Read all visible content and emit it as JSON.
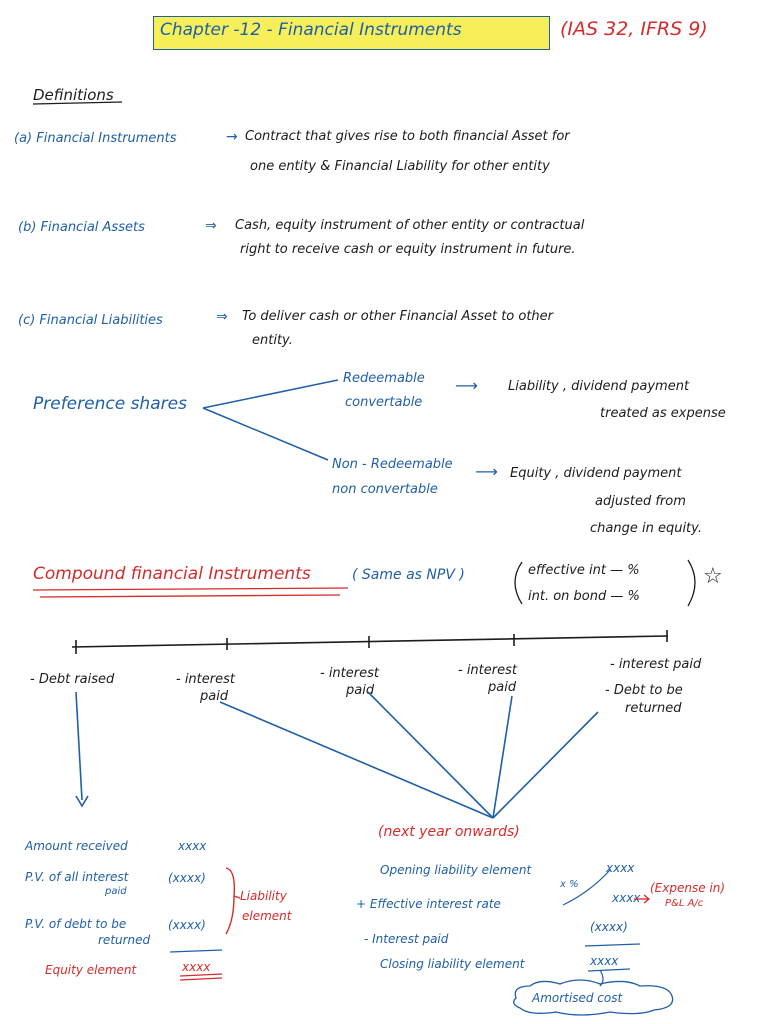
{
  "title": {
    "chapter": "Chapter -12 - Financial Instruments",
    "standards": "(IAS 32, IFRS 9)"
  },
  "definitions": {
    "heading": "Definitions",
    "a_label": "(a) Financial Instruments",
    "a_arrow": "→",
    "a_text_1": "Contract that gives rise to both financial Asset for",
    "a_text_2": "one entity & Financial Liability for other entity",
    "b_label": "(b) Financial Assets",
    "b_arrow": "⇒",
    "b_text_1": "Cash, equity instrument of other entity or contractual",
    "b_text_2": "right to receive cash or equity instrument in future.",
    "c_label": "(c) Financial Liabilities",
    "c_arrow": "⇒",
    "c_text_1": "To deliver cash or other Financial Asset to other",
    "c_text_2": "entity."
  },
  "preference": {
    "label": "Preference shares",
    "redeemable_1": "Redeemable",
    "redeemable_2": "convertable",
    "redeemable_result_1": "Liability , dividend payment",
    "redeemable_result_2": "treated as expense",
    "nonredeemable_1": "Non - Redeemable",
    "nonredeemable_2": "non convertable",
    "nonredeemable_result_1": "Equity , dividend payment",
    "nonredeemable_result_2": "adjusted from",
    "nonredeemable_result_3": "change in equity.",
    "arrow": "⟶"
  },
  "compound": {
    "heading": "Compound financial Instruments",
    "same_as": "( Same as NPV )",
    "effective_int": "effective int — %",
    "int_on_bond": "int. on bond — %",
    "star_icon": "☆"
  },
  "timeline": {
    "points": [
      {
        "lines": [
          "- Debt raised"
        ]
      },
      {
        "lines": [
          "- interest",
          "paid"
        ]
      },
      {
        "lines": [
          "- interest",
          "paid"
        ]
      },
      {
        "lines": [
          "- interest",
          "paid"
        ]
      },
      {
        "lines": [
          "- interest paid",
          "- Debt to be",
          "returned"
        ]
      }
    ]
  },
  "left_calc": {
    "amount_received": "Amount received",
    "amount_value": "xxxx",
    "pv_interest_1": "P.V. of all interest",
    "pv_interest_2": "paid",
    "pv_interest_value": "(xxxx)",
    "pv_debt_1": "P.V. of debt to be",
    "pv_debt_2": "returned",
    "pv_debt_value": "(xxxx)",
    "liability_element_1": "Liability",
    "liability_element_2": "element",
    "equity_element": "Equity element",
    "equity_value": "xxxx"
  },
  "right_calc": {
    "next_year": "(next year onwards)",
    "opening": "Opening liability element",
    "opening_value": "xxxx",
    "effective_rate": "+ Effective interest rate",
    "x_percent": "x %",
    "effective_value": "xxxx",
    "expense_1": "(Expense in)",
    "expense_2": "P&L A/c",
    "interest_paid": "- Interest paid",
    "interest_paid_value": "(xxxx)",
    "closing": "Closing liability element",
    "closing_value": "xxxx",
    "amortised_cost": "Amortised cost"
  },
  "colors": {
    "ink_blue": "#1f5fa8",
    "ink_black": "#1c1c1c",
    "ink_red": "#d42b2b",
    "highlight": "#f6ef5a"
  }
}
